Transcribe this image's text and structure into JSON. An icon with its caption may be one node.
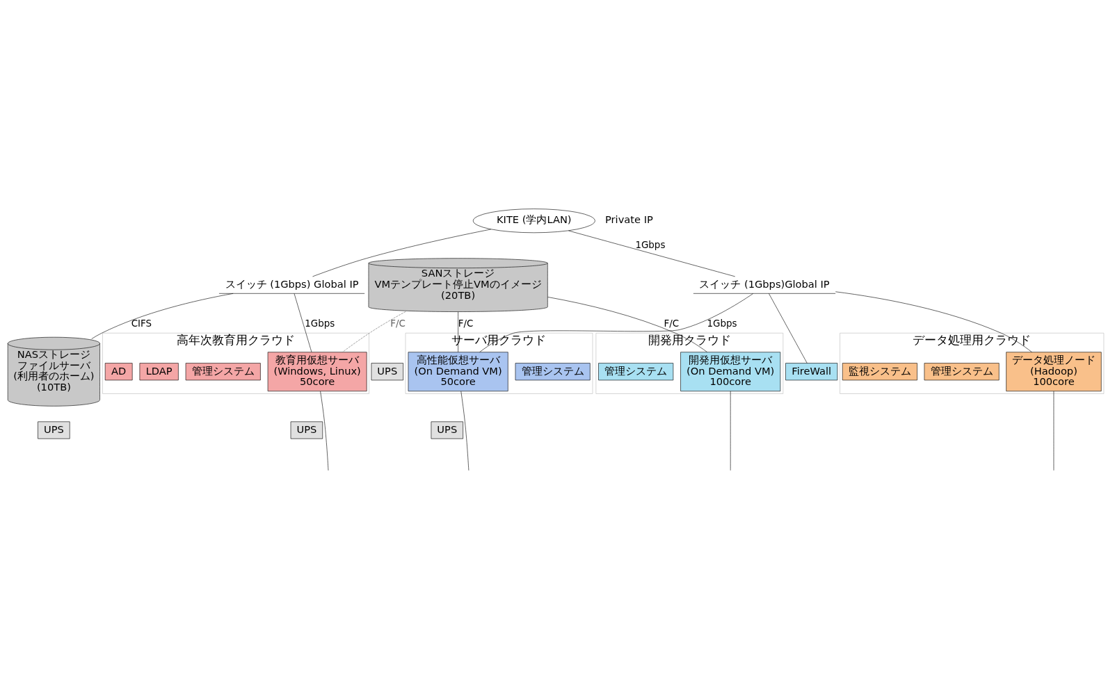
{
  "diagram": {
    "nodes": [
      {
        "text": [
          "KITE (学内LAN)"
        ]
      },
      {
        "text": [
          "スイッチ (1Gbps) Global IP"
        ]
      },
      {
        "text": [
          "スイッチ (1Gbps)Global IP"
        ]
      },
      {
        "text": [
          "NASストレージ",
          "ファイルサーバ (利用者のホーム)",
          "(10TB)"
        ]
      },
      {
        "text": [
          "UPS"
        ]
      },
      {
        "text": [
          "SANストレージ",
          "VMテンプレート停止VMのイメージ",
          "(20TB)"
        ]
      },
      {
        "text": [
          "UPS"
        ]
      },
      {
        "text": [
          "高年次教育用クラウド"
        ]
      },
      {
        "text": [
          "AD"
        ],
        "in": 7
      },
      {
        "text": [
          "LDAP"
        ],
        "in": 7
      },
      {
        "text": [
          "管理システム"
        ],
        "in": 7
      },
      {
        "text": [
          "教育用仮想サーバ (Windows, Linux)",
          "50core"
        ],
        "in": 7
      },
      {
        "text": [
          "UPS"
        ]
      },
      {
        "text": [
          "サーバ用クラウド"
        ]
      },
      {
        "text": [
          "高性能仮想サーバ (On Demand VM)",
          "50core"
        ],
        "in": 13
      },
      {
        "text": [
          "管理システム"
        ],
        "in": 13
      },
      {
        "text": [
          "UPS"
        ]
      },
      {
        "text": [
          "開発用クラウド"
        ]
      },
      {
        "text": [
          "管理システム"
        ],
        "in": 17
      },
      {
        "text": [
          "開発用仮想サーバ (On Demand VM)",
          "100core"
        ],
        "in": 17
      },
      {
        "text": [
          "FireWall"
        ]
      },
      {
        "text": [
          "データ処理用クラウド"
        ]
      },
      {
        "text": [
          "監視システム"
        ],
        "in": 21
      },
      {
        "text": [
          "管理システム"
        ],
        "in": 21
      },
      {
        "text": [
          "データ処理ノード (Hadoop)",
          "100core"
        ],
        "in": 21
      }
    ],
    "edges": [
      {
        "from": 0,
        "to": 1,
        "arrow": "none"
      },
      {
        "from": 0,
        "to": 2,
        "arrow": "none",
        "label": "1Gbps"
      },
      {
        "from": 1,
        "to": 11,
        "arrow": "none",
        "label": "1Gbps"
      },
      {
        "from": 1,
        "to": 3,
        "arrow": "none",
        "label": "CIFS"
      },
      {
        "from": 2,
        "to": 14,
        "arrow": "none",
        "label": "1Gbps"
      },
      {
        "from": 2,
        "to": 20,
        "arrow": "none"
      },
      {
        "from": 2,
        "to": 24,
        "arrow": "none"
      },
      {
        "from": 5,
        "to": 11,
        "arrow": "none",
        "label": "F/C",
        "style": "dashed",
        "color": "#666666"
      },
      {
        "from": 5,
        "to": 14,
        "arrow": "none",
        "label": "F/C"
      },
      {
        "from": 5,
        "to": 19,
        "arrow": "none",
        "label": "F/C"
      },
      {
        "from": 11,
        "to": null,
        "arrow": "none"
      },
      {
        "from": 14,
        "to": null,
        "arrow": "none"
      },
      {
        "from": 19,
        "to": null,
        "arrow": "none"
      },
      {
        "from": 24,
        "to": null,
        "arrow": "none"
      }
    ],
    "labels": [
      "Private IP"
    ]
  }
}
